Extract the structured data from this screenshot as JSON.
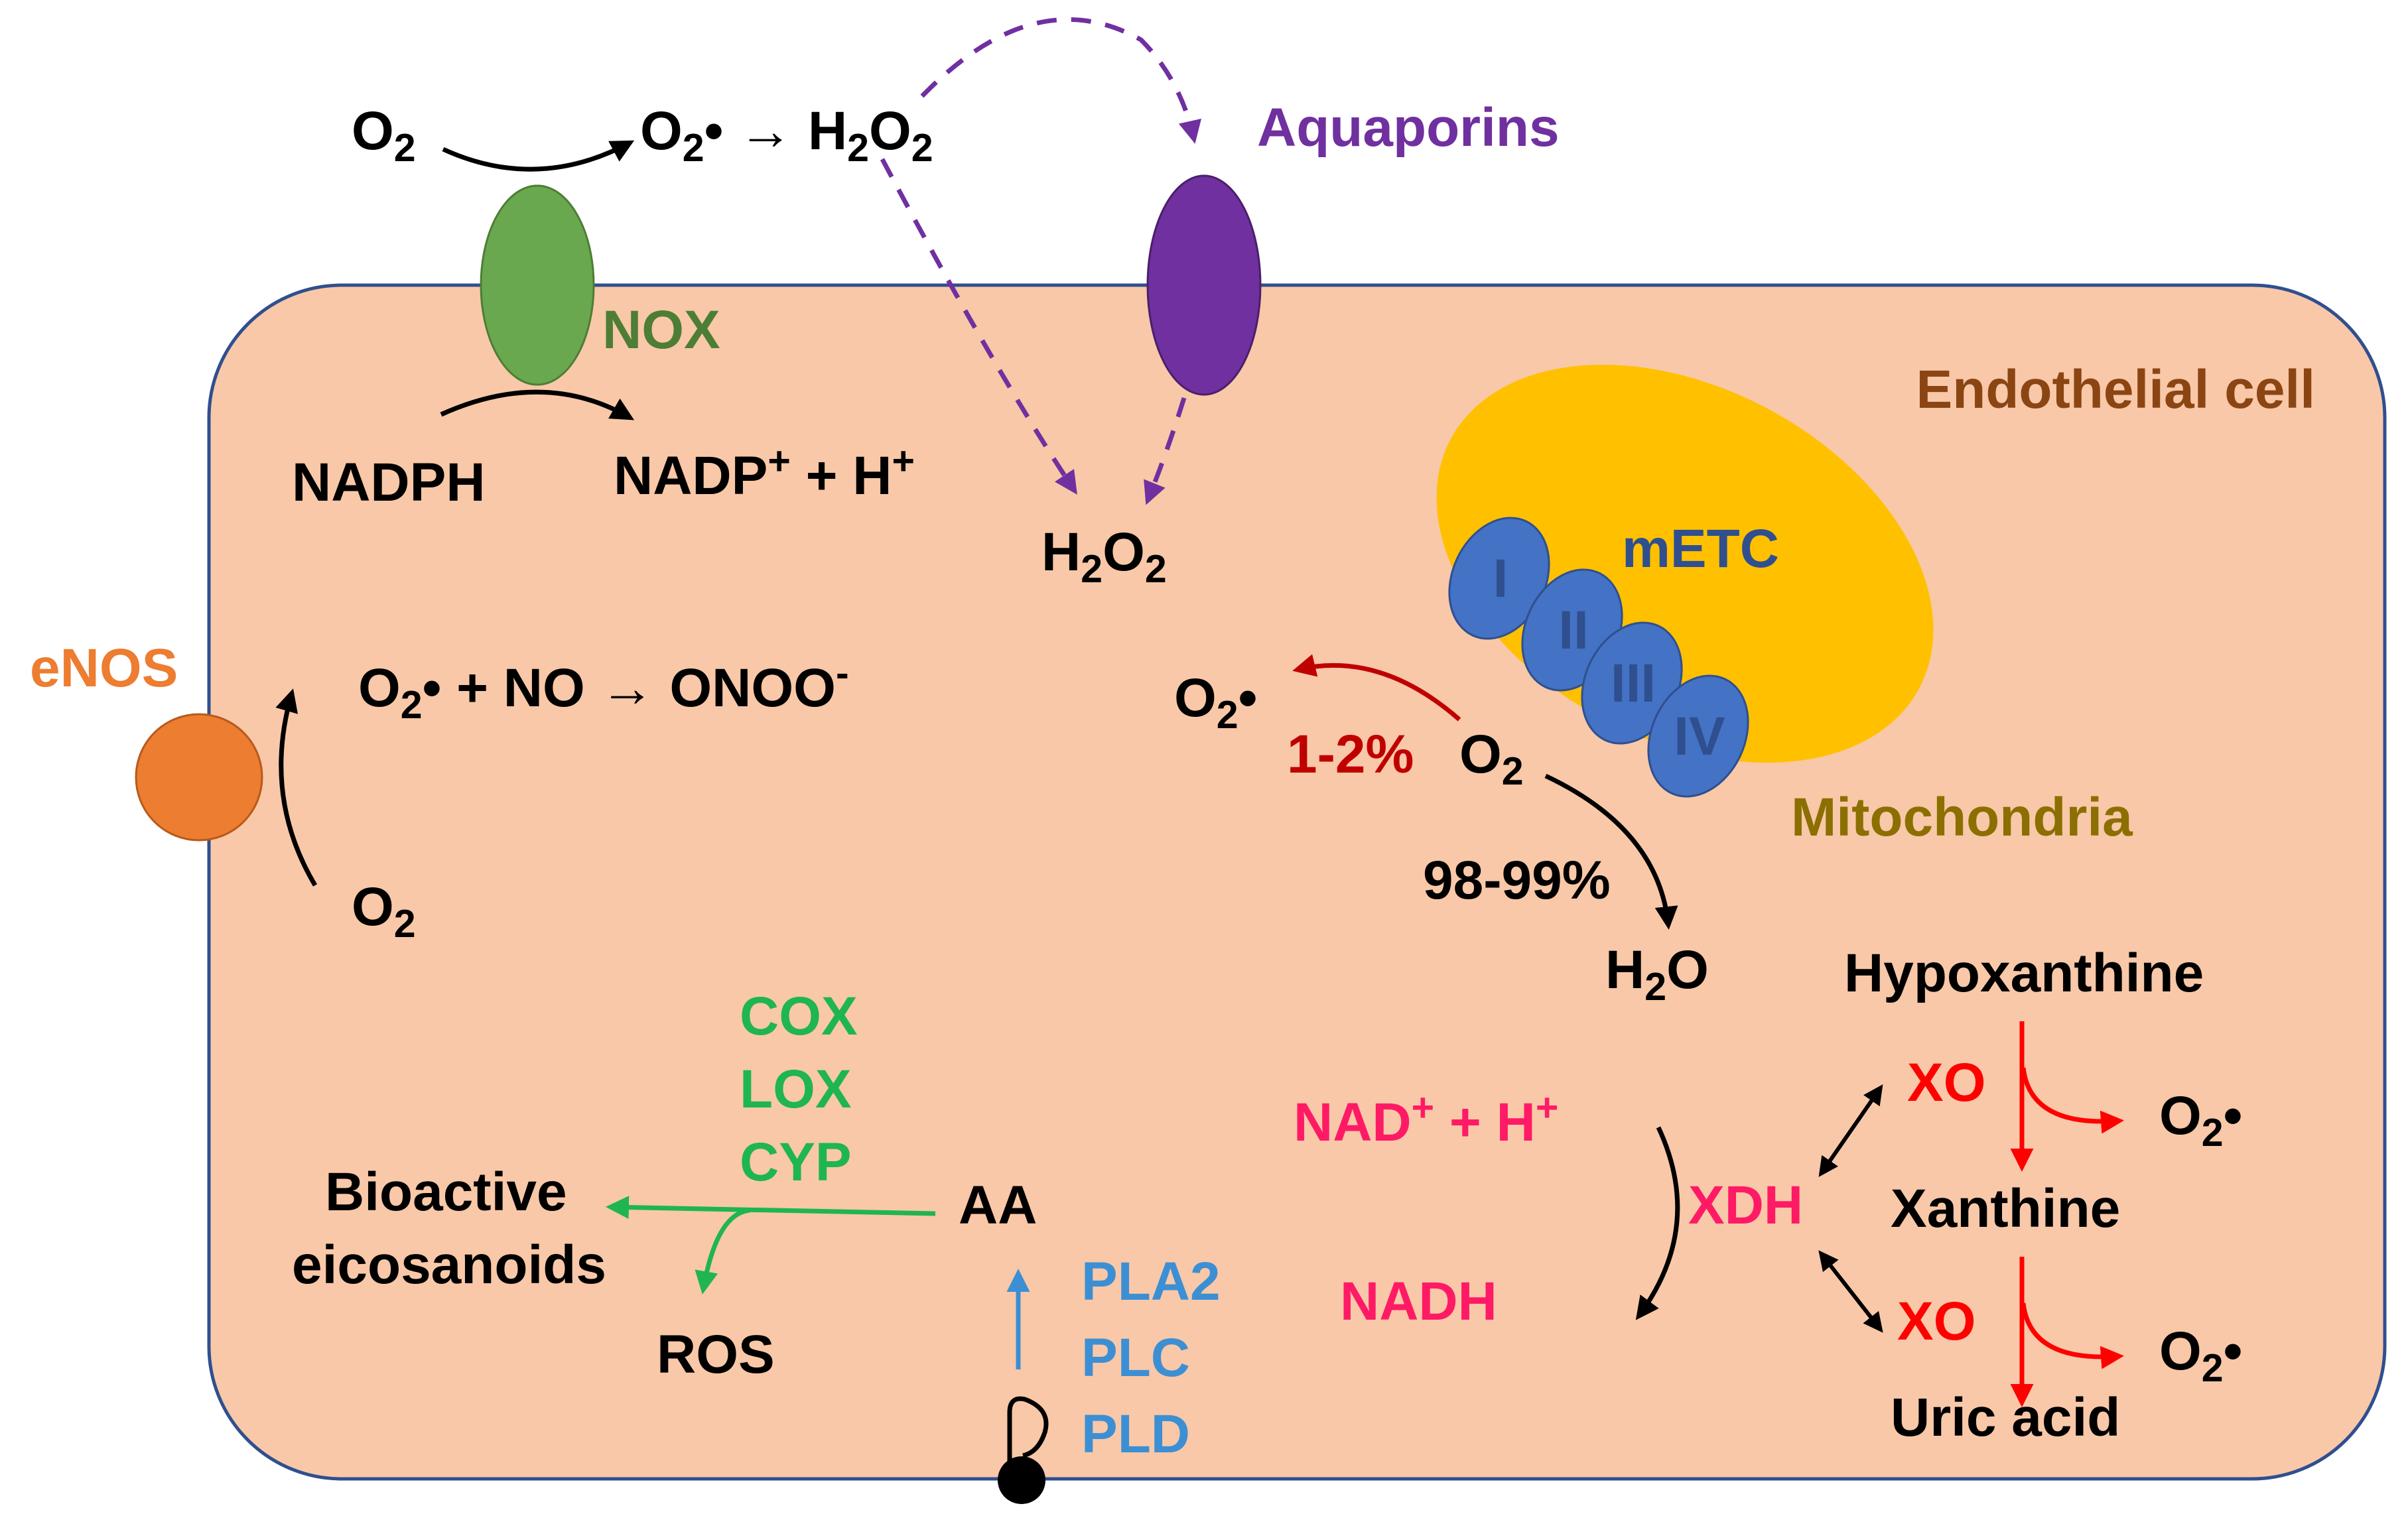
{
  "colors": {
    "cell_fill": "#f8c8a8",
    "cell_stroke": "#2f4f8f",
    "nox": "#6aa84f",
    "aquaporin": "#7030a0",
    "enos": "#ed7d31",
    "mitochondria": "#ffc000",
    "complex": "#4472c4",
    "red_arrow": "#c00000",
    "xo_red": "#ff0000",
    "pink": "#ff1a66",
    "green": "#1fb550",
    "blue": "#3d8fd4",
    "brown": "#8b4513",
    "olive": "#8b6f00",
    "black": "#000000"
  },
  "icons": {
    "nox": "green-ellipse",
    "aquaporin": "purple-ellipse",
    "enos": "orange-circle",
    "mitochondria": "yellow-ellipse",
    "receptor": "black-dot-with-hook"
  },
  "labels": {
    "cell": "Endothelial cell",
    "aquaporins": "Aquaporins",
    "nox": "NOX",
    "enos": "eNOS",
    "mitochondria": "Mitochondria",
    "metc": "mETC",
    "complex_1": "I",
    "complex_2": "II",
    "complex_3": "III",
    "complex_4": "IV"
  },
  "top": {
    "o2": "O",
    "o2_sub": "2",
    "o2rad": "O",
    "o2rad_sub": "2",
    "o2rad_dot": "•",
    "arrow": " → ",
    "h2o2_a": "H",
    "h2o2_sub1": "2",
    "h2o2_b": "O",
    "h2o2_sub2": "2"
  },
  "nadph": {
    "nadph": "NADPH",
    "nadp_a": "NADP",
    "nadp_sup": "+",
    "nadp_b": " + H",
    "nadp_sup2": "+"
  },
  "h2o2_in": {
    "a": "H",
    "sub1": "2",
    "b": "O",
    "sub2": "2"
  },
  "enos_rxn": {
    "o2": "O",
    "o2_sub": "2",
    "lhs_a": "O",
    "lhs_sub": "2",
    "lhs_b": "• + NO → ONOO",
    "lhs_sup": "-"
  },
  "mito_rxn": {
    "o2rad": "O",
    "o2rad_sub": "2",
    "o2rad_dot": "•",
    "pct_small": "1-2%",
    "o2": "O",
    "o2_sub": "2",
    "pct_large": "98-99%",
    "h2o_a": "H",
    "h2o_sub": "2",
    "h2o_b": "O"
  },
  "aa_pathway": {
    "cox": "COX",
    "lox": "LOX",
    "cyp": "CYP",
    "bioactive": "Bioactive",
    "eicosanoids": "eicosanoids",
    "ros": "ROS",
    "aa": "AA",
    "pla2": "PLA2",
    "plc": "PLC",
    "pld": "PLD"
  },
  "xanthine": {
    "nad_a": "NAD",
    "nad_sup": "+",
    "nad_b": " + H",
    "nad_sup2": "+",
    "nadh": "NADH",
    "xdh": "XDH",
    "hypoxanthine": "Hypoxanthine",
    "xo1": "XO",
    "o2rad1": "O",
    "o2rad1_sub": "2",
    "o2rad1_dot": "•",
    "xanthine": "Xanthine",
    "xo2": "XO",
    "o2rad2": "O",
    "o2rad2_sub": "2",
    "o2rad2_dot": "•",
    "uric_acid": "Uric acid"
  }
}
